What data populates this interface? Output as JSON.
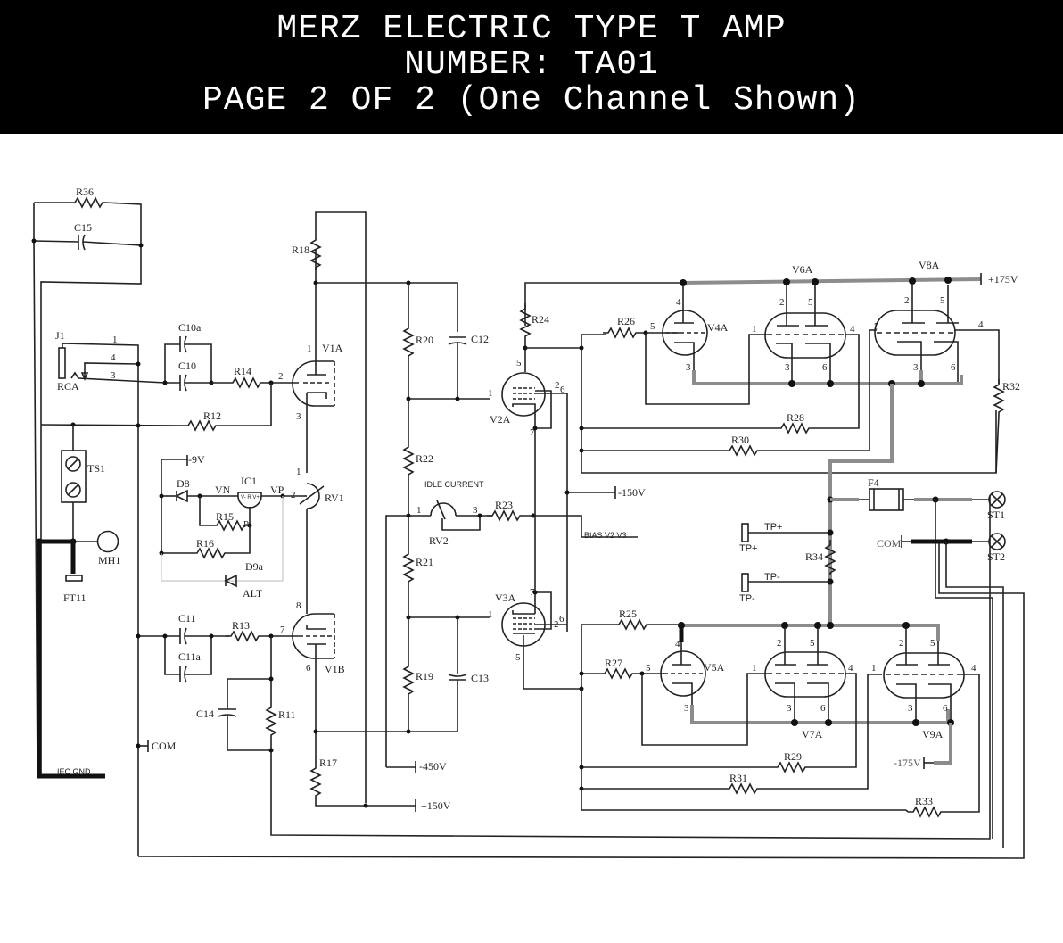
{
  "header": {
    "line1": "MERZ ELECTRIC TYPE T AMP",
    "line2": "NUMBER: TA01",
    "line3": "PAGE 2 OF 2 (One Channel Shown)"
  },
  "labels": {
    "R36": "R36",
    "C15": "C15",
    "J1": "J1",
    "RCA": "RCA",
    "j1_pin1": "1",
    "j1_pin4": "4",
    "j1_pin3": "3",
    "C10a": "C10a",
    "C10": "C10",
    "R14": "R14",
    "R12": "R12",
    "TS1": "TS1",
    "MH1": "MH1",
    "FT11": "FT11",
    "IEC_GND": "IEC GND",
    "neg9v": "-9V",
    "D8": "D8",
    "VN": "VN",
    "IC1": "IC1",
    "ic1_pins": "V- R V+",
    "VP": "VP",
    "R15": "R15",
    "R16": "R16",
    "R_pin": "R",
    "D9a": "D9a",
    "ALT": "ALT",
    "C11": "C11",
    "C11a": "C11a",
    "R13": "R13",
    "C14": "C14",
    "R11": "R11",
    "COM": "COM",
    "R18": "R18",
    "V1A": "V1A",
    "V1B": "V1B",
    "RV1": "RV1",
    "R17": "R17",
    "R20": "R20",
    "C12": "C12",
    "R22": "R22",
    "R21": "R21",
    "R19": "R19",
    "C13": "C13",
    "idle_current": "IDLE CURRENT",
    "RV2": "RV2",
    "R23": "R23",
    "neg450v": "-450V",
    "pos150v": "+150V",
    "neg150v": "-150V",
    "bias": "BIAS V2 V3",
    "R24": "R24",
    "V2A": "V2A",
    "V3A": "V3A",
    "R26": "R26",
    "V4A": "V4A",
    "V6A": "V6A",
    "V8A": "V8A",
    "pos175v": "+175V",
    "R28": "R28",
    "R30": "R30",
    "R32": "R32",
    "F4": "F4",
    "ST1": "ST1",
    "ST2": "ST2",
    "COM2": "COM",
    "TPplus": "TP+",
    "TPminus": "TP-",
    "R34": "R34",
    "R25": "R25",
    "R27": "R27",
    "V5A": "V5A",
    "V7A": "V7A",
    "V9A": "V9A",
    "neg175v": "-175V",
    "R29": "R29",
    "R31": "R31",
    "R33": "R33"
  },
  "pins": {
    "p1": "1",
    "p2": "2",
    "p3": "3",
    "p4": "4",
    "p5": "5",
    "p6": "6",
    "p7": "7",
    "p8": "8"
  }
}
